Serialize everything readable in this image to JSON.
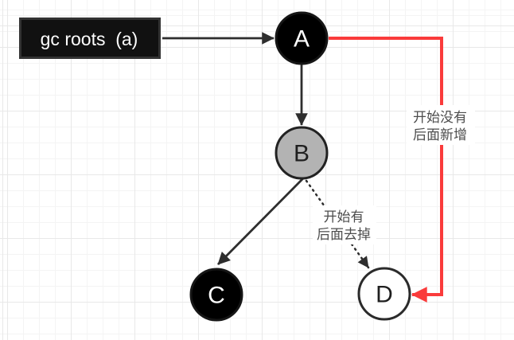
{
  "diagram": {
    "root_box": {
      "label": "gc roots  (a)"
    },
    "nodes": [
      {
        "id": "A",
        "label": "A",
        "fill": "#000000",
        "text_color": "#ffffff"
      },
      {
        "id": "B",
        "label": "B",
        "fill": "#b3b3b3",
        "text_color": "#1f1f1f"
      },
      {
        "id": "C",
        "label": "C",
        "fill": "#000000",
        "text_color": "#ffffff"
      },
      {
        "id": "D",
        "label": "D",
        "fill": "#ffffff",
        "text_color": "#1f1f1f"
      }
    ],
    "edges": [
      {
        "id": "root-to-a",
        "style": "solid",
        "color": "#2e2e2e"
      },
      {
        "id": "a-to-b",
        "style": "solid",
        "color": "#2e2e2e"
      },
      {
        "id": "b-to-c",
        "style": "solid",
        "color": "#2e2e2e"
      },
      {
        "id": "b-to-d",
        "style": "dotted",
        "color": "#2e2e2e",
        "label_line1": "开始有",
        "label_line2": "后面去掉"
      },
      {
        "id": "a-to-d",
        "style": "solid",
        "color": "#fa3b3b",
        "label_line1": "开始没有",
        "label_line2": "后面新增"
      }
    ],
    "colors": {
      "edge": "#2e2e2e",
      "highlight": "#fa3b3b",
      "node_gray": "#b3b3b3",
      "edge_label_text": "#4d4d4d",
      "grid_minor": "#f4f4f4",
      "grid_major": "#e8e8e8",
      "root_box_fill": "#111111"
    }
  }
}
